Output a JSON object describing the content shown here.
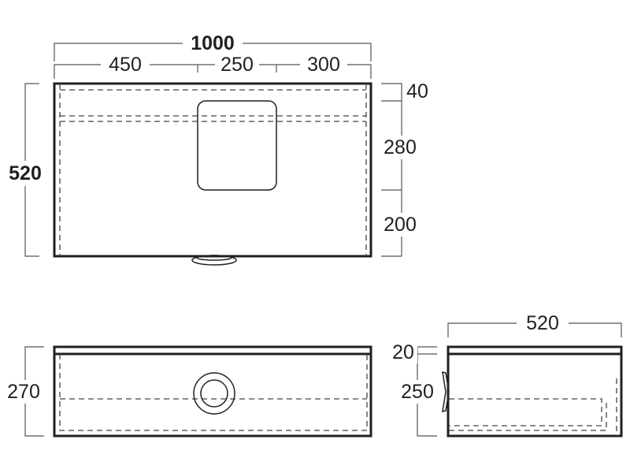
{
  "top_view": {
    "overall_width": "1000",
    "segment_left": "450",
    "segment_middle": "250",
    "segment_right": "300",
    "overall_depth": "520",
    "depth_top": "40",
    "depth_middle": "280",
    "depth_bottom": "200"
  },
  "front_view": {
    "height": "270"
  },
  "side_view": {
    "depth": "520",
    "top_thickness": "20",
    "body_height": "250"
  },
  "colors": {
    "line": "#231f20"
  }
}
